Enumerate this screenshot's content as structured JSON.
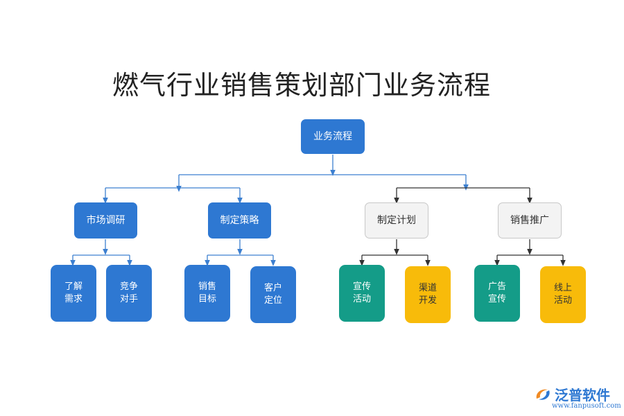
{
  "title": "燃气行业销售策划部门业务流程",
  "root": {
    "label": "业务流程"
  },
  "branches": [
    {
      "label": "市场调研",
      "children": [
        "了解\n需求",
        "竞争\n对手"
      ]
    },
    {
      "label": "制定策略",
      "children": [
        "销售\n目标",
        "客户\n定位"
      ]
    },
    {
      "label": "制定计划",
      "children": [
        "宣传\n活动",
        "渠道\n开发"
      ]
    },
    {
      "label": "销售推广",
      "children": [
        "广告\n宣传",
        "线上\n活动"
      ]
    }
  ],
  "brand": {
    "name": "泛普软件",
    "url": "www.fanpusoft.com"
  },
  "colors": {
    "blue": "#2e78d2",
    "green": "#149c88",
    "yellow": "#f8bb0a",
    "grey": "#f3f3f3",
    "blue_line": "#3c7fd0",
    "dark_line": "#333333"
  }
}
